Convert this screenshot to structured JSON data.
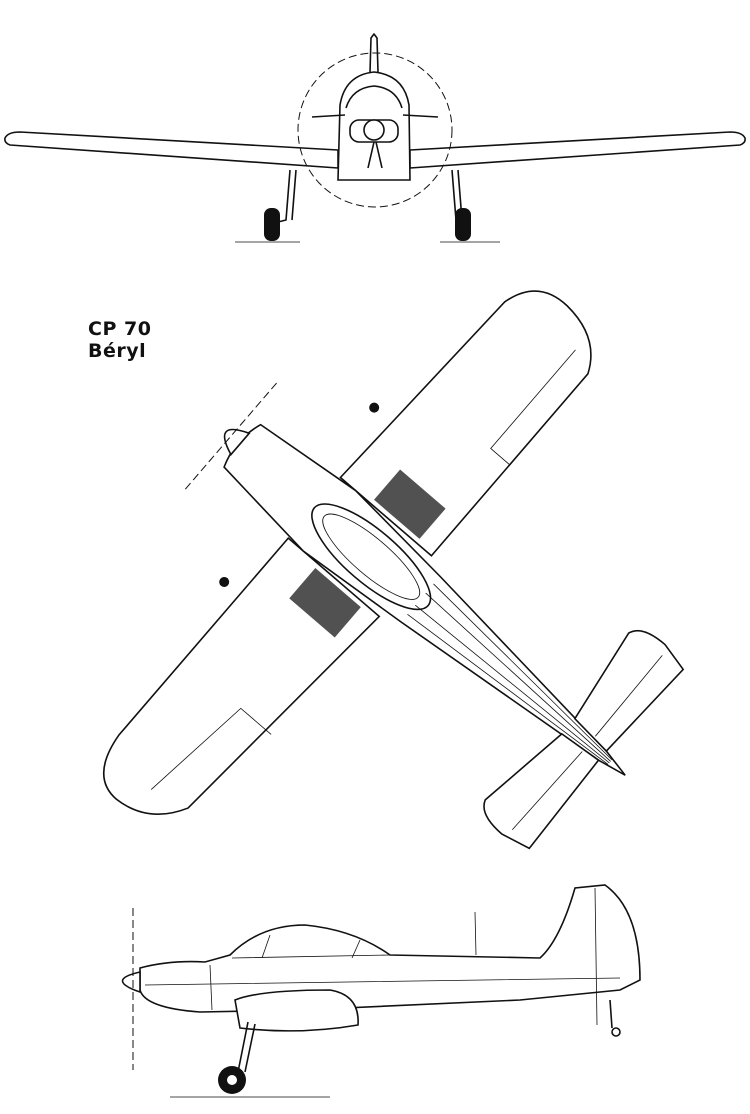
{
  "aircraft": {
    "designation": "CP 70",
    "name": "Béryl"
  },
  "views": [
    "front-view",
    "top-view",
    "side-view"
  ],
  "colors": {
    "ink": "#111111",
    "background": "#ffffff"
  }
}
